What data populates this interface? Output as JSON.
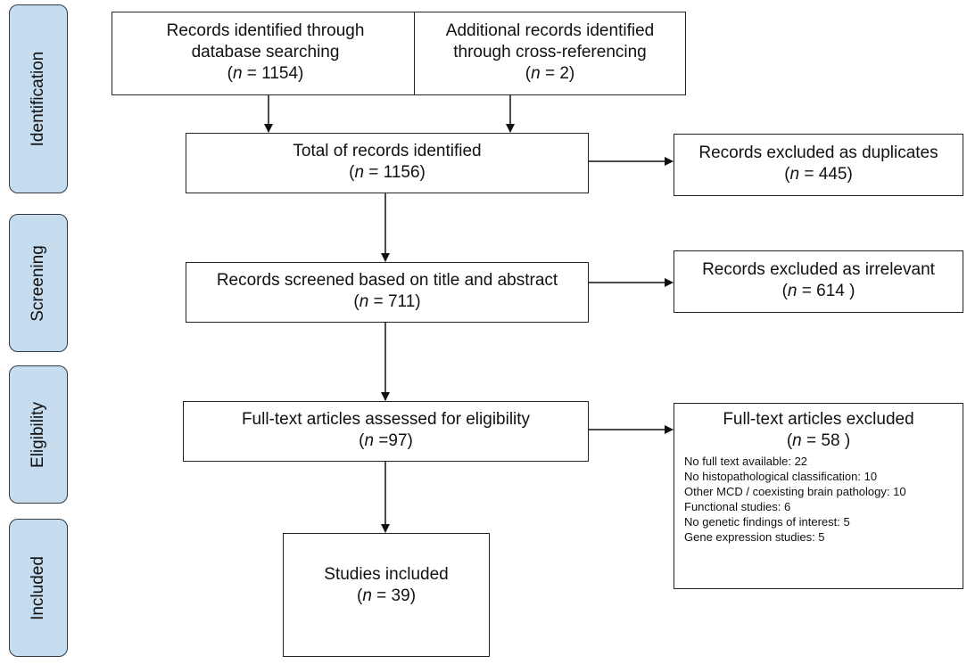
{
  "stages": [
    "Identification",
    "Screening",
    "Eligibility",
    "Included"
  ],
  "boxes": {
    "database": {
      "lines": [
        "Records identified through",
        "database searching"
      ],
      "n": "1154"
    },
    "crossref": {
      "lines": [
        "Additional records identified",
        "through cross-referencing"
      ],
      "n": "2"
    },
    "total": {
      "lines": [
        "Total of records identified"
      ],
      "n": "1156"
    },
    "duplicates": {
      "lines": [
        "Records excluded as duplicates"
      ],
      "n": "445"
    },
    "screened": {
      "lines": [
        "Records screened based on title and abstract"
      ],
      "n": "711"
    },
    "irrelevant": {
      "lines": [
        "Records excluded as irrelevant"
      ],
      "n": "614 "
    },
    "fulltext": {
      "lines": [
        "Full-text articles assessed for eligibility"
      ],
      "n": "97"
    },
    "excluded": {
      "lines": [
        "Full-text articles excluded"
      ],
      "n": "58 ",
      "reasons": [
        "No full text available: 22",
        "No histopathological classification: 10",
        "Other MCD / coexisting brain pathology: 10",
        "Functional studies: 6",
        "No genetic findings of interest: 5",
        "Gene expression studies: 5"
      ]
    },
    "included": {
      "lines": [
        "Studies included"
      ],
      "n": "39"
    }
  },
  "labels": {
    "n_symbol": "n",
    "eq": " = ",
    "eq_tight": " ="
  }
}
